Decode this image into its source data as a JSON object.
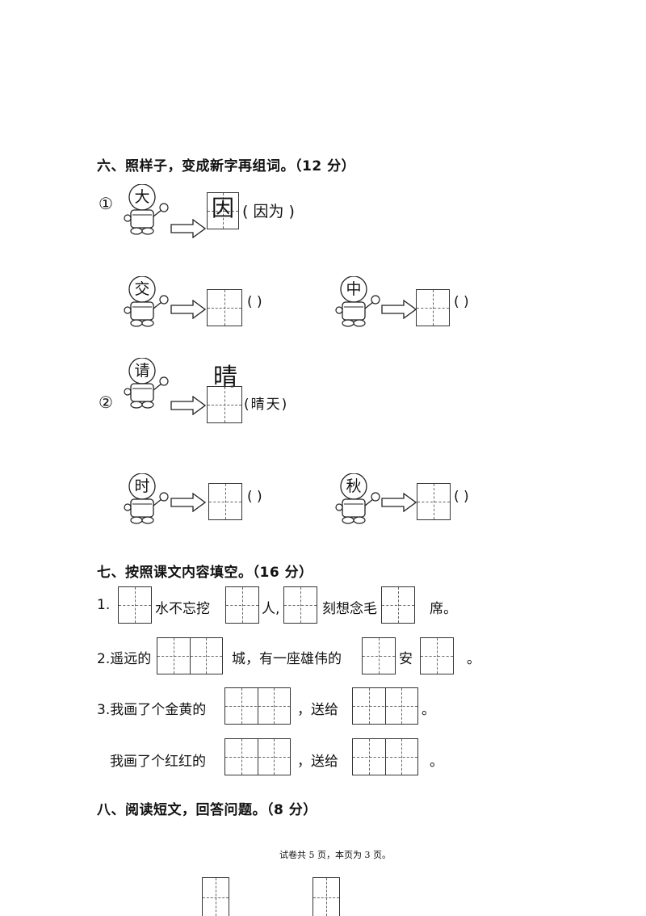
{
  "section6": {
    "heading": "六、照样子，变成新字再组词。（12 分）",
    "group1": {
      "marker": "①",
      "example": {
        "char": "大",
        "answer": "因",
        "word": "( 因为 )"
      },
      "items": [
        {
          "char": "交",
          "blank": "(        )"
        },
        {
          "char": "中",
          "blank": "(        )"
        }
      ]
    },
    "group2": {
      "marker": "②",
      "example": {
        "char": "请",
        "answer": "晴",
        "word": "(晴天)"
      },
      "items": [
        {
          "char": "时",
          "blank": "(        )"
        },
        {
          "char": "秋",
          "blank": "(        )"
        }
      ]
    }
  },
  "section7": {
    "heading": "七、按照课文内容填空。（16 分）",
    "q1": {
      "num": "1.",
      "t1": "水不忘挖",
      "t2": "人,",
      "t3": "刻想念毛",
      "t4": "席。"
    },
    "q2": {
      "t1": "2.遥远的",
      "t2": "城，有一座雄伟的",
      "t3": "安",
      "t4": "。"
    },
    "q3": {
      "t1": "3.我画了个金黄的",
      "t2": "，送给",
      "t3": "。"
    },
    "q4": {
      "t1": "我画了个红红的",
      "t2": "，送给",
      "t3": "。"
    }
  },
  "section8": {
    "heading": "八、阅读短文，回答问题。（8 分）"
  },
  "footer": "试卷共 5 页，本页为 3 页。"
}
